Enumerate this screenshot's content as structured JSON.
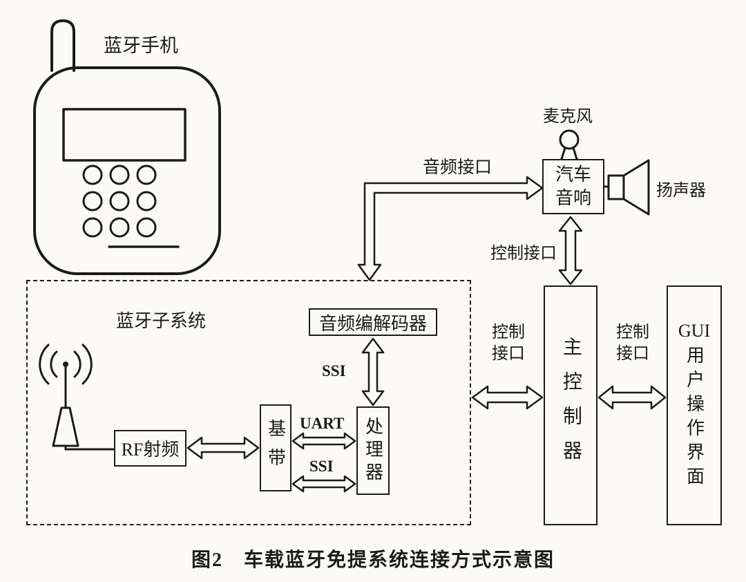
{
  "caption": "图2　车载蓝牙免提系统连接方式示意图",
  "labels": {
    "bluetooth_phone": "蓝牙手机",
    "bluetooth_subsystem": "蓝牙子系统",
    "microphone": "麦克风",
    "speaker": "扬声器",
    "audio_interface": "音频接口",
    "control_interface_vertical": "控制接口",
    "control_interface_left": "控制接口",
    "control_interface_right": "控制接口",
    "ssi_codec_link": "SSI",
    "uart_link": "UART",
    "ssi_baseband_link": "SSI"
  },
  "blocks": {
    "audio_codec": "音频编解码器",
    "rf": "RF射频",
    "baseband": "基带",
    "processor": "处理器",
    "car_audio": "汽车音响",
    "main_controller": "主控制器",
    "gui_top": "GUI",
    "gui_vertical": "用户操作界面"
  },
  "icons": {
    "phone": "mobile-phone-icon",
    "antenna": "antenna-icon",
    "microphone": "microphone-icon",
    "speaker": "loudspeaker-icon"
  },
  "colors": {
    "ink": "#1b1b1b",
    "paper": "#fbfaf6"
  }
}
